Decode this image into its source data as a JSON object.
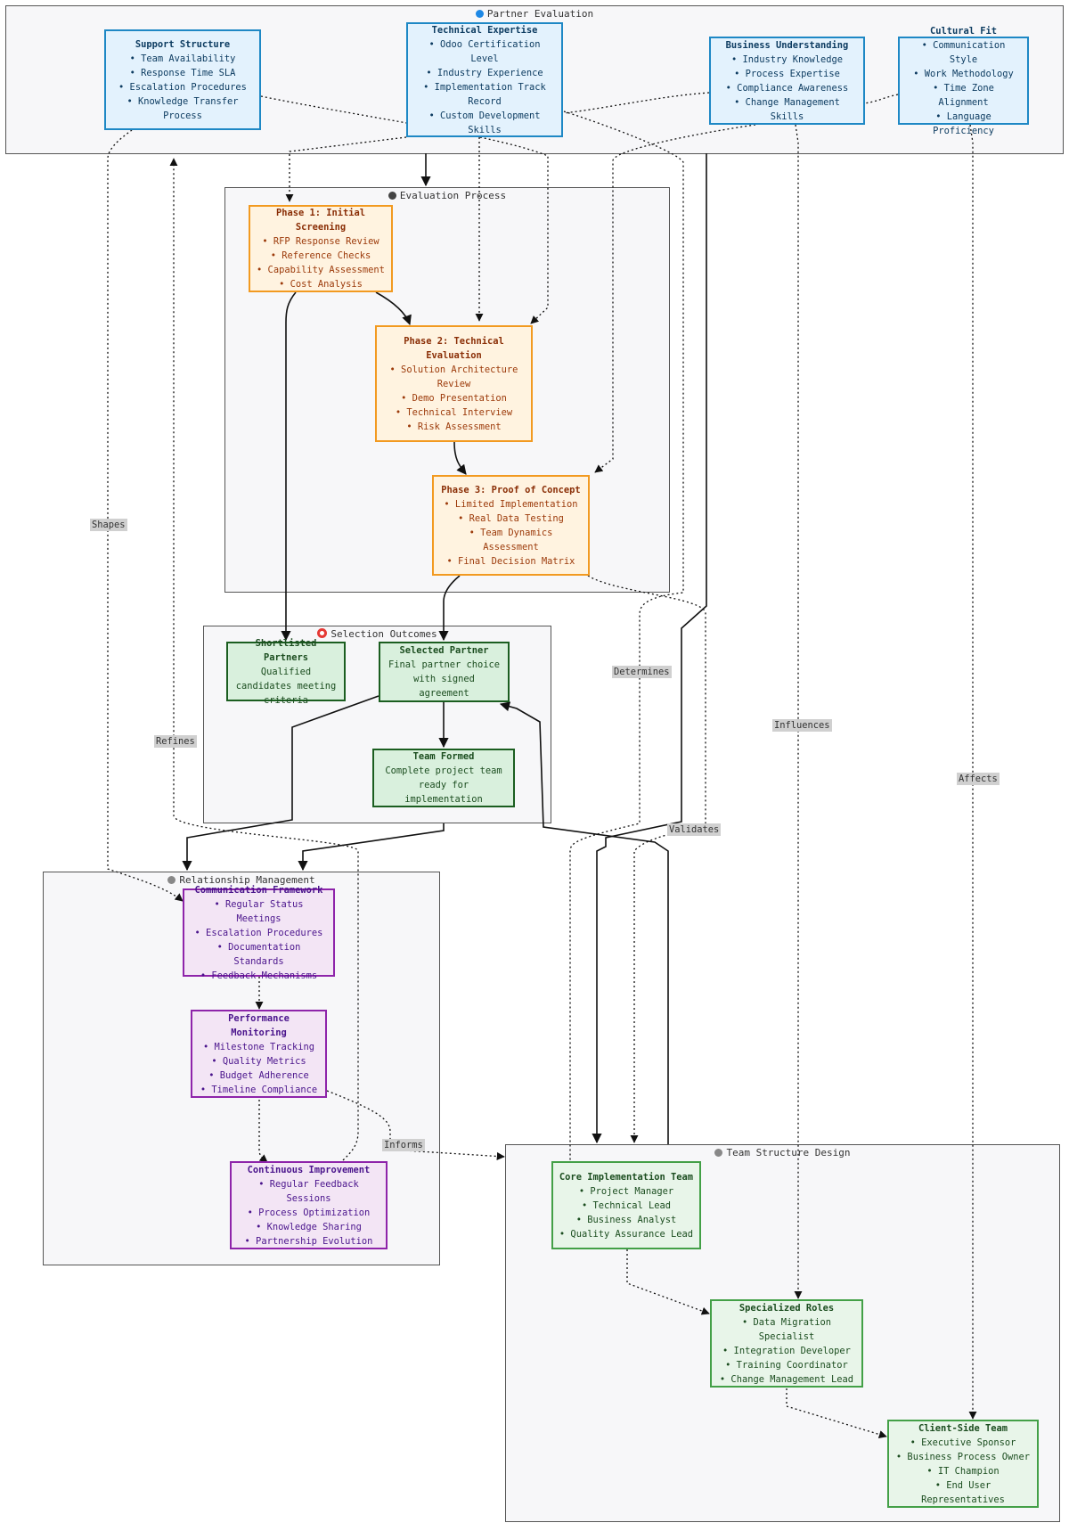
{
  "clusters": {
    "partner_evaluation": {
      "label": "Partner Evaluation",
      "icon": "blue-circle-icon",
      "dot_color": "#1e88e5"
    },
    "evaluation_process": {
      "label": "Evaluation Process",
      "icon": "dark-circle-icon",
      "dot_color": "#444444"
    },
    "selection_outcomes": {
      "label": "Selection Outcomes",
      "icon": "target-icon",
      "dot_color": "#e53935"
    },
    "relationship_management": {
      "label": "Relationship Management",
      "icon": "gray-circle-icon",
      "dot_color": "#888888"
    },
    "team_structure_design": {
      "label": "Team Structure Design",
      "icon": "gray-circle-icon",
      "dot_color": "#888888"
    }
  },
  "nodes": {
    "support_structure": {
      "title": "Support Structure",
      "lines": [
        "• Team Availability",
        "• Response Time SLA",
        "• Escalation Procedures",
        "• Knowledge Transfer Process"
      ]
    },
    "technical_expertise": {
      "title": "Technical Expertise",
      "lines": [
        "• Odoo Certification Level",
        "• Industry Experience",
        "• Implementation Track Record",
        "• Custom Development Skills"
      ]
    },
    "business_understanding": {
      "title": "Business Understanding",
      "lines": [
        "• Industry Knowledge",
        "• Process Expertise",
        "• Compliance Awareness",
        "• Change Management Skills"
      ]
    },
    "cultural_fit": {
      "title": "Cultural Fit",
      "lines": [
        "• Communication Style",
        "• Work Methodology",
        "• Time Zone Alignment",
        "• Language Proficiency"
      ]
    },
    "phase1": {
      "title": "Phase 1: Initial Screening",
      "lines": [
        "• RFP Response Review",
        "• Reference Checks",
        "• Capability Assessment",
        "• Cost Analysis"
      ]
    },
    "phase2": {
      "title": "Phase 2: Technical Evaluation",
      "lines": [
        "• Solution Architecture Review",
        "• Demo Presentation",
        "• Technical Interview",
        "• Risk Assessment"
      ]
    },
    "phase3": {
      "title": "Phase 3: Proof of Concept",
      "lines": [
        "• Limited Implementation",
        "• Real Data Testing",
        "• Team Dynamics Assessment",
        "• Final Decision Matrix"
      ]
    },
    "shortlisted": {
      "title": "Shortlisted Partners",
      "lines": [
        "Qualified candidates meeting criteria"
      ]
    },
    "selected": {
      "title": "Selected Partner",
      "lines": [
        "Final partner choice with signed agreement"
      ]
    },
    "team_formed": {
      "title": "Team Formed",
      "lines": [
        "Complete project team ready for implementation"
      ]
    },
    "communication": {
      "title": "Communication Framework",
      "lines": [
        "• Regular Status Meetings",
        "• Escalation Procedures",
        "• Documentation Standards",
        "• Feedback Mechanisms"
      ]
    },
    "performance": {
      "title": "Performance Monitoring",
      "lines": [
        "• Milestone Tracking",
        "• Quality Metrics",
        "• Budget Adherence",
        "• Timeline Compliance"
      ]
    },
    "improvement": {
      "title": "Continuous Improvement",
      "lines": [
        "• Regular Feedback Sessions",
        "• Process Optimization",
        "• Knowledge Sharing",
        "• Partnership Evolution"
      ]
    },
    "core_team": {
      "title": "Core Implementation Team",
      "lines": [
        "• Project Manager",
        "• Technical Lead",
        "• Business Analyst",
        "• Quality Assurance Lead"
      ]
    },
    "specialized": {
      "title": "Specialized Roles",
      "lines": [
        "• Data Migration Specialist",
        "• Integration Developer",
        "• Training Coordinator",
        "• Change Management Lead"
      ]
    },
    "client_side": {
      "title": "Client-Side Team",
      "lines": [
        "• Executive Sponsor",
        "• Business Process Owner",
        "• IT Champion",
        "• End User Representatives"
      ]
    }
  },
  "edge_labels": {
    "shapes": "Shapes",
    "refines": "Refines",
    "determines": "Determines",
    "influences": "Influences",
    "affects": "Affects",
    "validates": "Validates",
    "informs": "Informs"
  },
  "colors": {
    "edge": "#111111",
    "technical_criteria": "#1e88c5",
    "evaluation_phase": "#f29a21",
    "selection_result": "#1b5e20",
    "relationship": "#8e24aa",
    "team_role": "#43a047"
  }
}
